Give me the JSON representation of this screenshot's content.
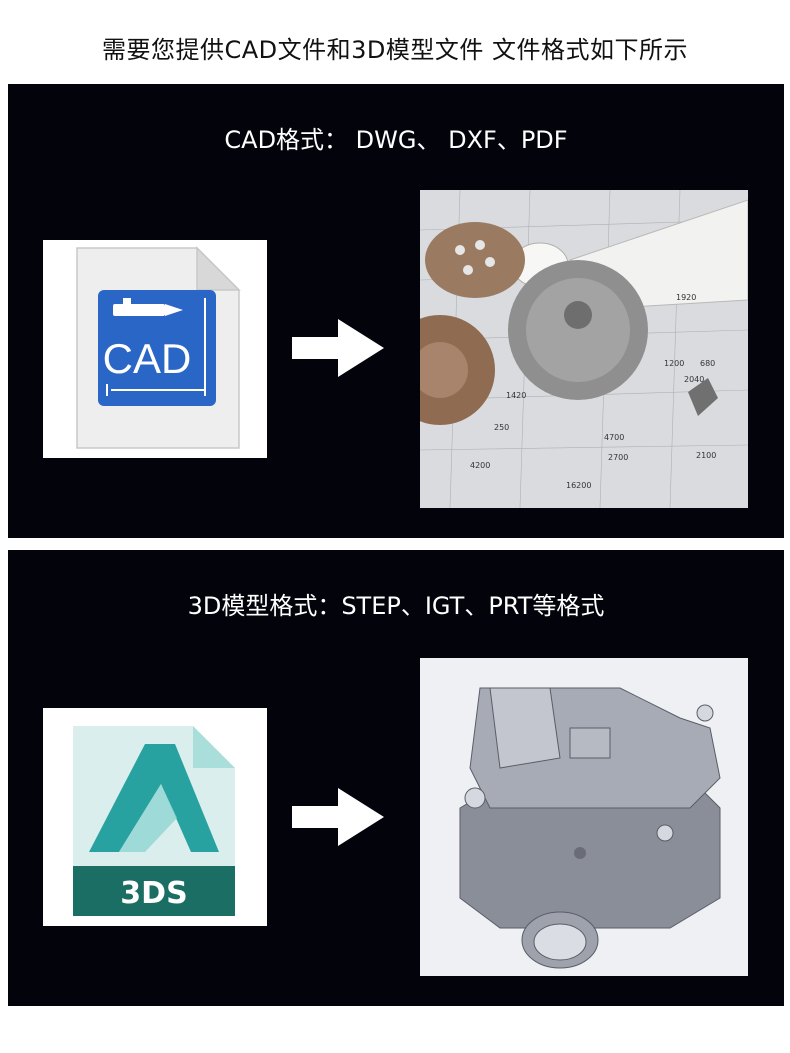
{
  "page": {
    "title": "需要您提供CAD文件和3D模型文件 文件格式如下所示"
  },
  "cad_panel": {
    "title": "CAD格式： DWG、 DXF、PDF",
    "file_icon_label": "CAD",
    "arrow_icon": "right-arrow-icon",
    "photo": {
      "dimension_labels": [
        "250",
        "1920",
        "1200",
        "680",
        "2040",
        "4700",
        "2700",
        "2100",
        "4200",
        "16200",
        "1420"
      ]
    }
  },
  "model_panel": {
    "title": "3D模型格式：STEP、IGT、PRT等格式",
    "file_icon_label": "3DS",
    "arrow_icon": "right-arrow-icon"
  },
  "colors": {
    "panel_bg": "#03030b",
    "cad_icon_blue": "#2a66c6",
    "autodesk_teal": "#28a2a0",
    "autodesk_dark": "#1b6e63"
  }
}
